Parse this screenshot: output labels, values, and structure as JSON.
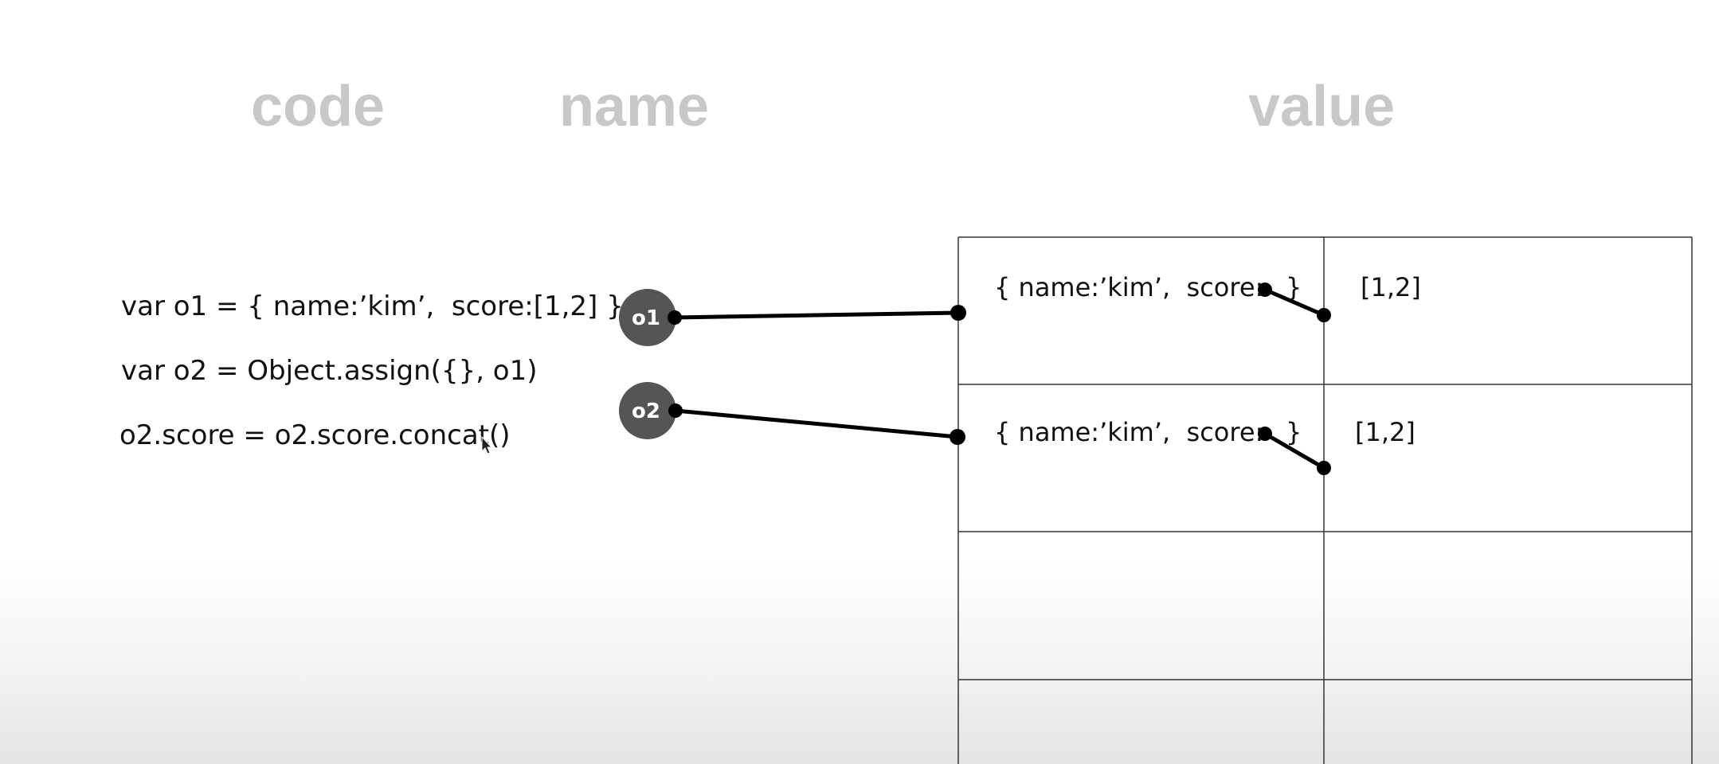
{
  "headings": {
    "code": "code",
    "name": "name",
    "value": "value"
  },
  "code_lines": [
    "var o1 = { name:’kim’,  score:[1,2] }",
    "var o2 = Object.assign({}, o1)",
    "o2.score = o2.score.concat()"
  ],
  "names": [
    {
      "label": "o1"
    },
    {
      "label": "o2"
    }
  ],
  "values": [
    {
      "object_text": "{ name:’kim’,  score:",
      "object_close": "}",
      "array_text": "[1,2]"
    },
    {
      "object_text": "{ name:’kim’,  score:",
      "object_close": "}",
      "array_text": "[1,2]"
    }
  ],
  "colors": {
    "heading": "#c8c8c8",
    "node_fill": "#555555",
    "line": "#000000",
    "grid": "#333333"
  },
  "icons": [
    "mouse-cursor-icon"
  ]
}
